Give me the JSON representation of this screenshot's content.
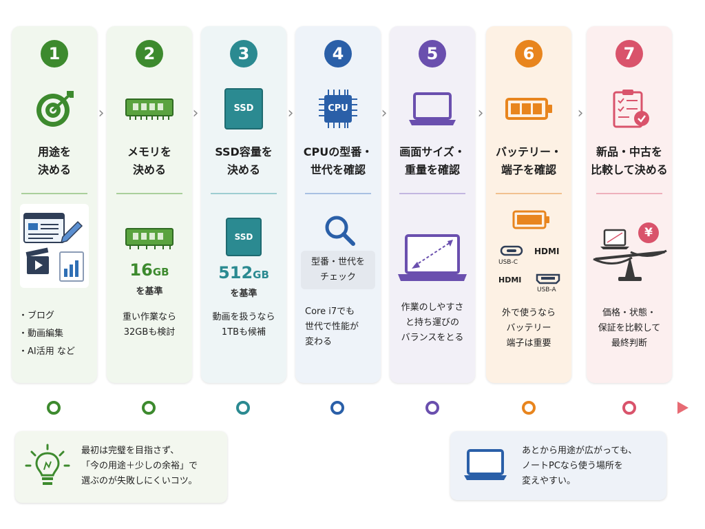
{
  "steps": [
    {
      "number": "1",
      "color": "#3d8a2e",
      "title": [
        "用途を",
        "決める"
      ],
      "items": [
        "・ブログ",
        "・動画編集",
        "・AI活用 など"
      ]
    },
    {
      "number": "2",
      "color": "#3d8a2e",
      "title": [
        "メモリを",
        "決める"
      ],
      "value": "16",
      "unit": "GB",
      "value_sub": "を基準",
      "desc": [
        "重い作業なら",
        "32GBも検討"
      ]
    },
    {
      "number": "3",
      "color": "#2b8a91",
      "title": [
        "SSD容量を",
        "決める"
      ],
      "value": "512",
      "unit": "GB",
      "value_sub": "を基準",
      "desc": [
        "動画を扱うなら",
        "1TBも候補"
      ],
      "chip_label": "SSD"
    },
    {
      "number": "4",
      "color": "#2a5fa8",
      "title": [
        "CPUの型番・",
        "世代を確認"
      ],
      "chip_label": "CPU",
      "check_label": [
        "型番・世代を",
        "チェック"
      ],
      "desc": [
        "Core i7でも",
        "世代で性能が",
        "変わる"
      ]
    },
    {
      "number": "5",
      "color": "#6a4fae",
      "title": [
        "画面サイズ・",
        "重量を確認"
      ],
      "desc": [
        "作業のしやすさ",
        "と持ち運びの",
        "バランスをとる"
      ]
    },
    {
      "number": "6",
      "color": "#e8851e",
      "title": [
        "バッテリー・",
        "端子を確認"
      ],
      "ports": [
        "HDMI",
        "USB-C",
        "HDMI",
        "USB-A"
      ],
      "desc": [
        "外で使うなら",
        "バッテリー",
        "端子は重要"
      ]
    },
    {
      "number": "7",
      "color": "#d9536b",
      "title": [
        "新品・中古を",
        "比較して決める"
      ],
      "currency_symbol": "¥",
      "desc": [
        "価格・状態・",
        "保証を比較して",
        "最終判断"
      ]
    }
  ],
  "tips": {
    "left": [
      "最初は完璧を目指さず、",
      "「今の用途＋少しの余裕」で",
      "選ぶのが失敗しにくいコツ。"
    ],
    "right": [
      "あとから用途が広がっても、",
      "ノートPCなら使う場所を",
      "変えやすい。"
    ]
  },
  "arrow_glyph": "›"
}
